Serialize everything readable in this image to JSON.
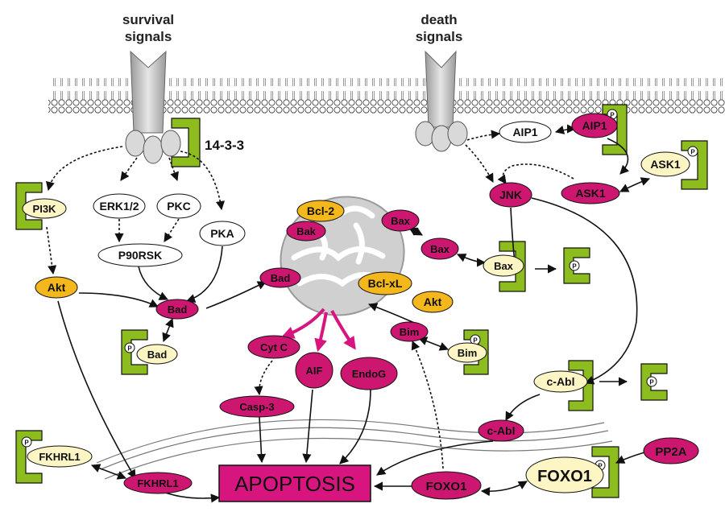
{
  "headers": {
    "survival_line1": "survival",
    "survival_line2": "signals",
    "death_line1": "death",
    "death_line2": "signals"
  },
  "labels": {
    "fourteen33": "14-3-3",
    "pi3k": "PI3K",
    "erk": "ERK1/2",
    "pkc": "PKC",
    "pka": "PKA",
    "p90rsk": "P90RSK",
    "akt_left": "Akt",
    "bad_center": "Bad",
    "bad_bound": "Bad",
    "bad_mito": "Bad",
    "bcl2": "Bcl-2",
    "bak": "Bak",
    "bax_top": "Bax",
    "bax_mid": "Bax",
    "bax_bound": "Bax",
    "bclxl": "Bcl-xL",
    "akt_right": "Akt",
    "bim": "Bim",
    "bim_bound": "Bim",
    "cytc": "Cyt C",
    "aif": "AIF",
    "endog": "EndoG",
    "casp3": "Casp-3",
    "aip1": "AIP1",
    "aip1_p": "AIP1",
    "ask1_p": "ASK1",
    "ask1": "ASK1",
    "jnk": "JNK",
    "cabl_bound": "c-Abl",
    "cabl": "c-Abl",
    "fkhrl1_bound": "FKHRL1",
    "fkhrl1": "FKHRL1",
    "apoptosis": "APOPTOSIS",
    "foxo1": "FOXO1",
    "foxo1_bound": "FOXO1",
    "pp2a": "PP2A",
    "p": "P"
  },
  "colors": {
    "magenta": "#cc1670",
    "orange": "#f4b81c",
    "cream": "#fdf5c3",
    "white": "#ffffff",
    "green": "#8cbc1e",
    "arrow_pink": "#d8157f"
  }
}
